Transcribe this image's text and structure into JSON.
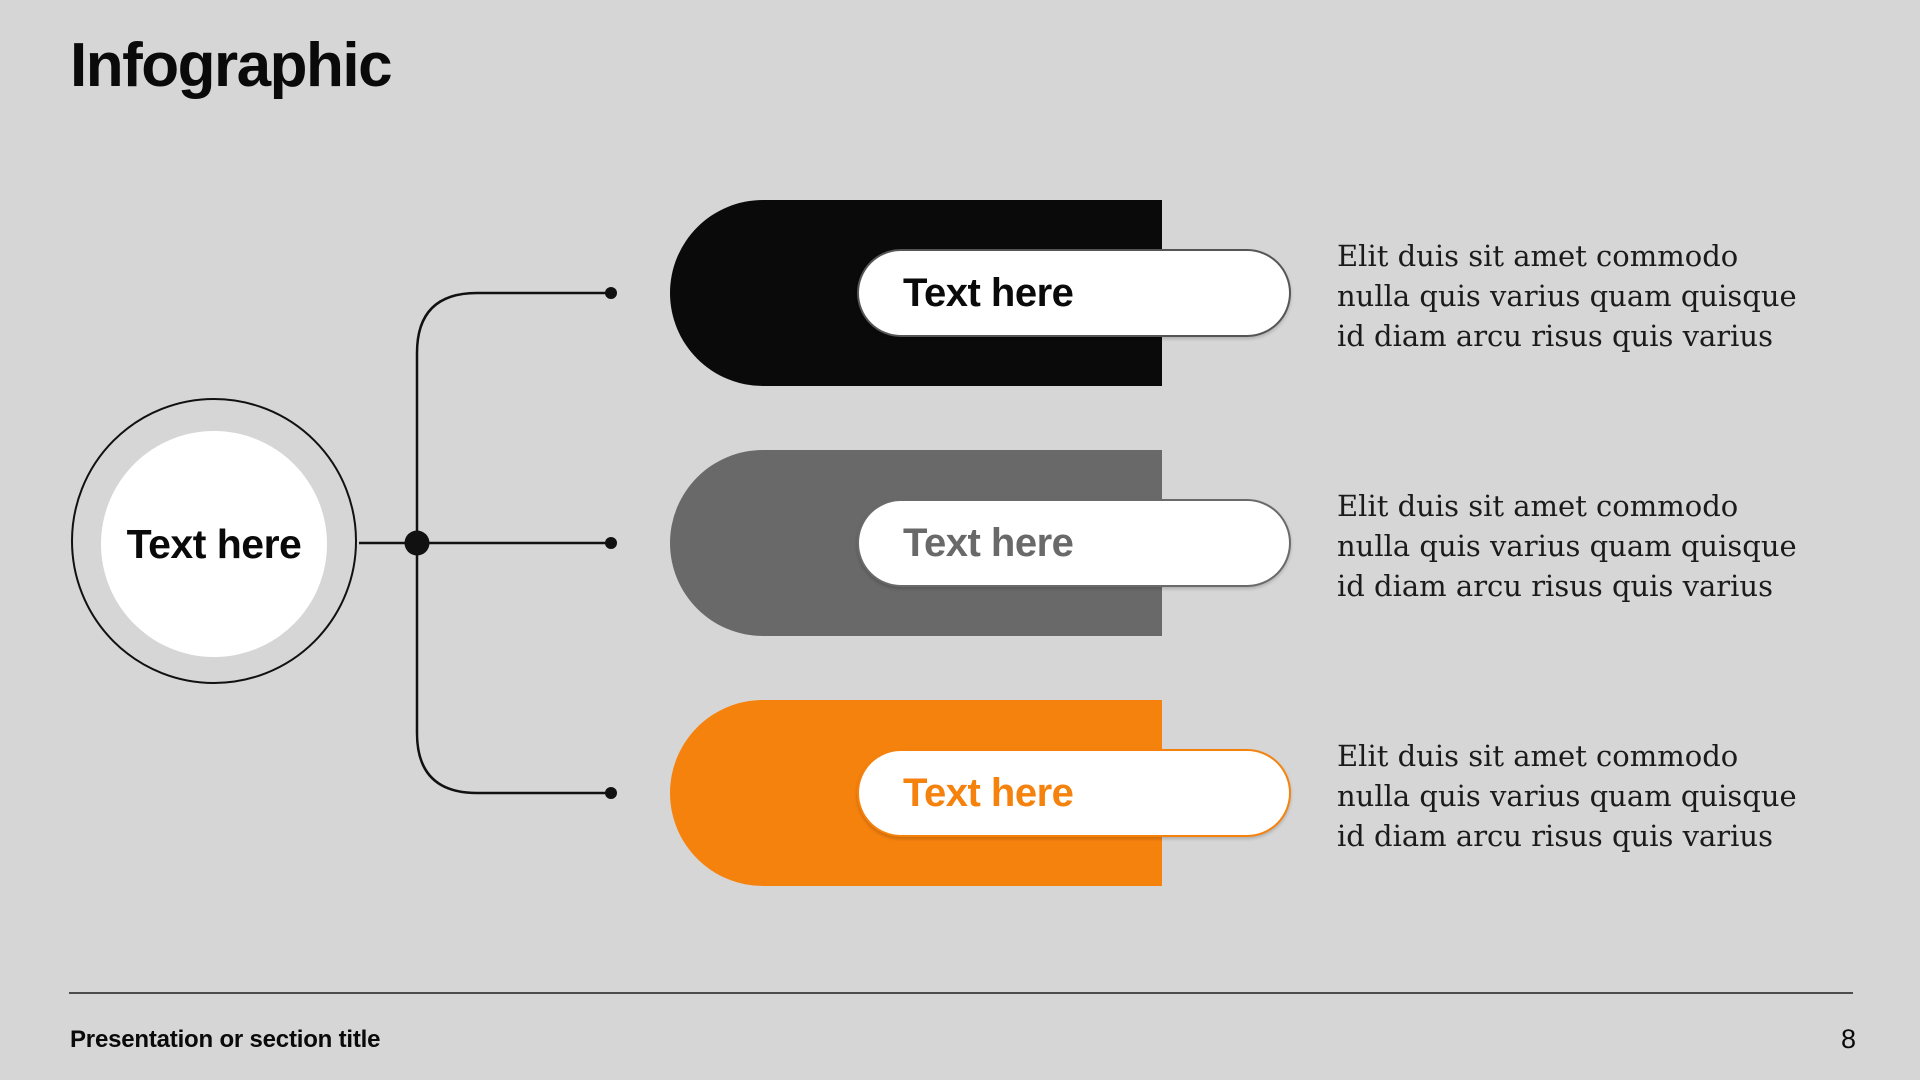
{
  "slide": {
    "title": "Infographic",
    "hub": {
      "label": "Text here"
    },
    "items": [
      {
        "label": "Text here",
        "color": "#0a0a0a",
        "capsule_border_color": "#555555",
        "description_lines": "Elit duis sit amet commodo\nnulla quis varius quam quisque\nid diam arcu risus quis varius"
      },
      {
        "label": "Text here",
        "color": "#696969",
        "capsule_border_color": "#6a6a6a",
        "description_lines": "Elit duis sit amet commodo\nnulla quis varius quam quisque\nid diam arcu risus quis varius"
      },
      {
        "label": "Text here",
        "color": "#f6820e",
        "capsule_border_color": "#f6820e",
        "description_lines": "Elit duis sit amet commodo\nnulla quis varius quam quisque\nid diam arcu risus quis varius"
      }
    ],
    "footer": {
      "section_title": "Presentation or section title",
      "page_number": "8"
    },
    "colors": {
      "background": "#d6d6d6",
      "connector": "#111111",
      "description_text": "#1b1b1b"
    }
  }
}
